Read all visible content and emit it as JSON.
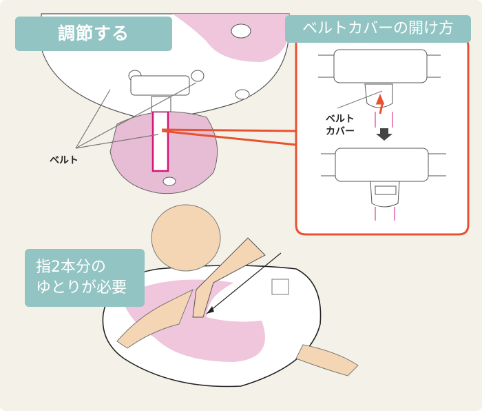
{
  "callouts": {
    "adjust": "調節する",
    "belt_cover_title": "ベルトカバーの開け方",
    "two_finger_line1": "指2本分の",
    "two_finger_line2": "ゆとりが必要"
  },
  "labels": {
    "belt": "ベルト",
    "belt_cover_line1": "ベルト",
    "belt_cover_line2": "カバー"
  },
  "colors": {
    "background": "#f4f2e8",
    "callout": "#93c4c4",
    "highlight_box": "#e8512f",
    "belt": "#d4157a",
    "ring_pink": "#efc6dc",
    "skin": "#f4d6b4"
  }
}
